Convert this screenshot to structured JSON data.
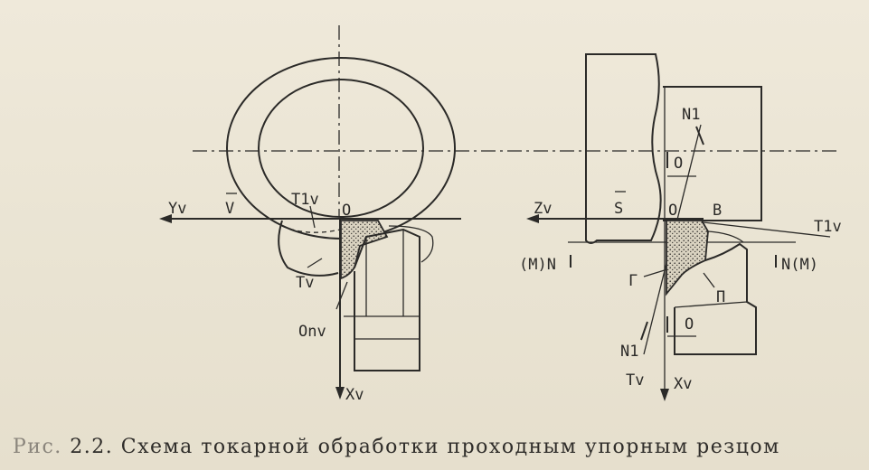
{
  "labels": {
    "yv": "Yv",
    "v": "V",
    "t1v_left": "T1v",
    "o_left": "O",
    "tv_left": "Tv",
    "onv": "Onv",
    "xv_left": "Xv",
    "n1_top": "N1",
    "o_upper_right": "O",
    "zv": "Zv",
    "s": "S",
    "o_right": "O",
    "b": "B",
    "t1v_right": "T1v",
    "mn_left": "(M)N",
    "n_m_right": "N(M)",
    "g": "Г",
    "p": "П",
    "o_lower_right": "O",
    "n1_bottom": "N1",
    "tv_right": "Tv",
    "xv_right": "Xv"
  },
  "caption": {
    "prefix": "Рис.",
    "text": "2.2. Схема токарной обработки проходным упорным резцом"
  }
}
